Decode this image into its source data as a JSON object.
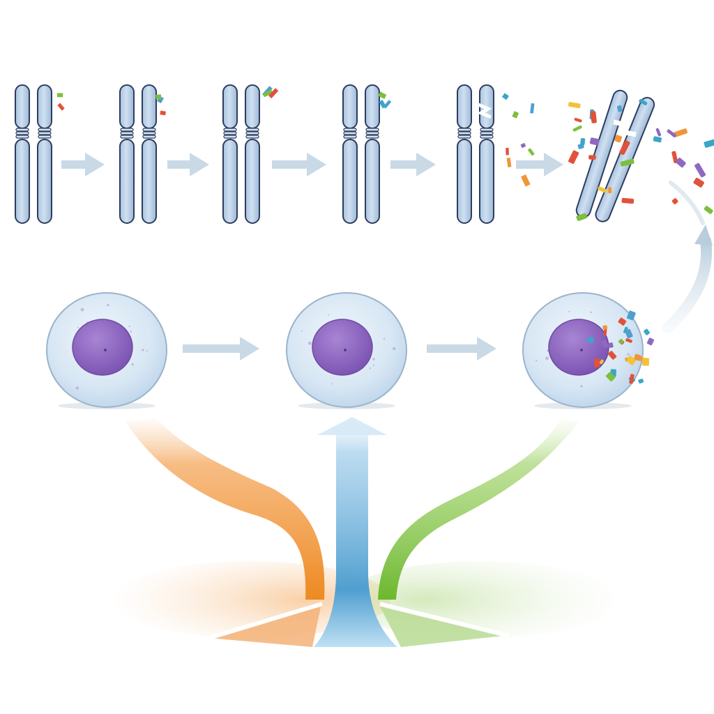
{
  "diagram": {
    "kind": "chromosome-damage-progression",
    "chromosome_stages": [
      {
        "stage": 1,
        "damage": "minimal",
        "fragments": 2
      },
      {
        "stage": 2,
        "damage": "minimal",
        "fragments": 3
      },
      {
        "stage": 3,
        "damage": "minimal",
        "fragments": 3
      },
      {
        "stage": 4,
        "damage": "low",
        "fragments": 3
      },
      {
        "stage": 5,
        "damage": "moderate",
        "fragments": 8
      },
      {
        "stage": 6,
        "damage": "shattered",
        "fragments": 30
      }
    ],
    "cell_stages": [
      {
        "stage": 1,
        "state": "healthy"
      },
      {
        "stage": 2,
        "state": "healthy"
      },
      {
        "stage": 3,
        "state": "fragmenting"
      }
    ],
    "streams": [
      {
        "color": "#f0963a",
        "direction": "outflow"
      },
      {
        "color": "#4f9fd0",
        "direction": "inflow"
      },
      {
        "color": "#7cbf3e",
        "direction": "outflow"
      }
    ],
    "colors": {
      "chromosome_fill": "#bcd3ea",
      "chromosome_stroke": "#2d3c5e",
      "cell_fill": "#dbe9f5",
      "cell_stroke": "#9ab4cc",
      "nucleus": "#8f68c0",
      "arrow": "#c9d9e6",
      "confetti": [
        "#e0523a",
        "#f0963a",
        "#f2c23a",
        "#7cbf3e",
        "#4f9fd0",
        "#8f68c0",
        "#3aa6c8"
      ]
    }
  }
}
